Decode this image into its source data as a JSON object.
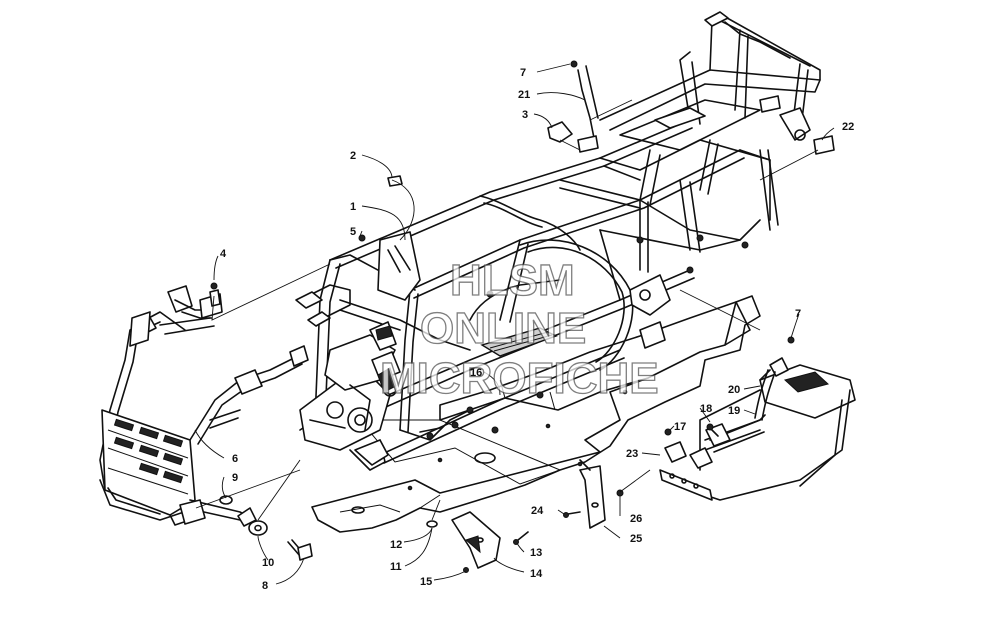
{
  "watermark": {
    "line1": "HLSM",
    "line2": "ONLINE",
    "line3": "MICROFICHE"
  },
  "callouts": [
    {
      "id": "c7a",
      "text": "7"
    },
    {
      "id": "c21",
      "text": "21"
    },
    {
      "id": "c3",
      "text": "3"
    },
    {
      "id": "c22",
      "text": "22"
    },
    {
      "id": "c2",
      "text": "2"
    },
    {
      "id": "c1",
      "text": "1"
    },
    {
      "id": "c5",
      "text": "5"
    },
    {
      "id": "c4",
      "text": "4"
    },
    {
      "id": "c7b",
      "text": "7"
    },
    {
      "id": "c16",
      "text": "16"
    },
    {
      "id": "c20",
      "text": "20"
    },
    {
      "id": "c18",
      "text": "18"
    },
    {
      "id": "c19",
      "text": "19"
    },
    {
      "id": "c17",
      "text": "17"
    },
    {
      "id": "c23",
      "text": "23"
    },
    {
      "id": "c6",
      "text": "6"
    },
    {
      "id": "c9",
      "text": "9"
    },
    {
      "id": "c24",
      "text": "24"
    },
    {
      "id": "c26",
      "text": "26"
    },
    {
      "id": "c25",
      "text": "25"
    },
    {
      "id": "c12",
      "text": "12"
    },
    {
      "id": "c13",
      "text": "13"
    },
    {
      "id": "c10",
      "text": "10"
    },
    {
      "id": "c11",
      "text": "11"
    },
    {
      "id": "c14",
      "text": "14"
    },
    {
      "id": "c15",
      "text": "15"
    },
    {
      "id": "c8",
      "text": "8"
    }
  ]
}
